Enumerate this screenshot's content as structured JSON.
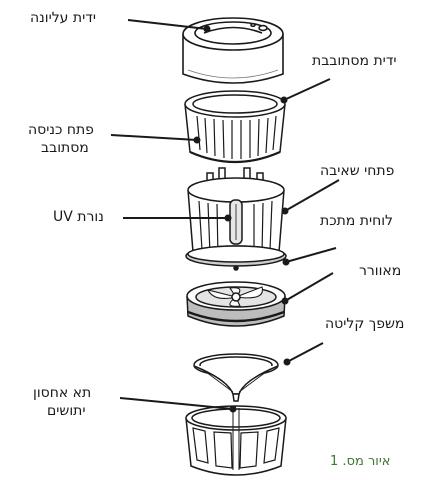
{
  "colors": {
    "line": "#1a1a1a",
    "caption": "#3a7a2e",
    "fill_light": "#ffffff",
    "fill_mid": "#d9d9d9",
    "fill_dark": "#9a9a9a"
  },
  "labels": {
    "top_handle": "ידית עליונה",
    "rotating_handle": "ידית מסתובבת",
    "rotating_inlet_line1": "פתח כניסה",
    "rotating_inlet_line2": "מסתובב",
    "suction_openings": "פתחי שאיבה",
    "uv_lamp": "נורת UV",
    "metal_plate": "לוחית מתכת",
    "fan": "מאוורר",
    "suction_funnel": "משפך קליטה",
    "insect_chamber_line1": "תא אחסון",
    "insect_chamber_line2": "יתושים"
  },
  "caption": "איור מס. 1"
}
